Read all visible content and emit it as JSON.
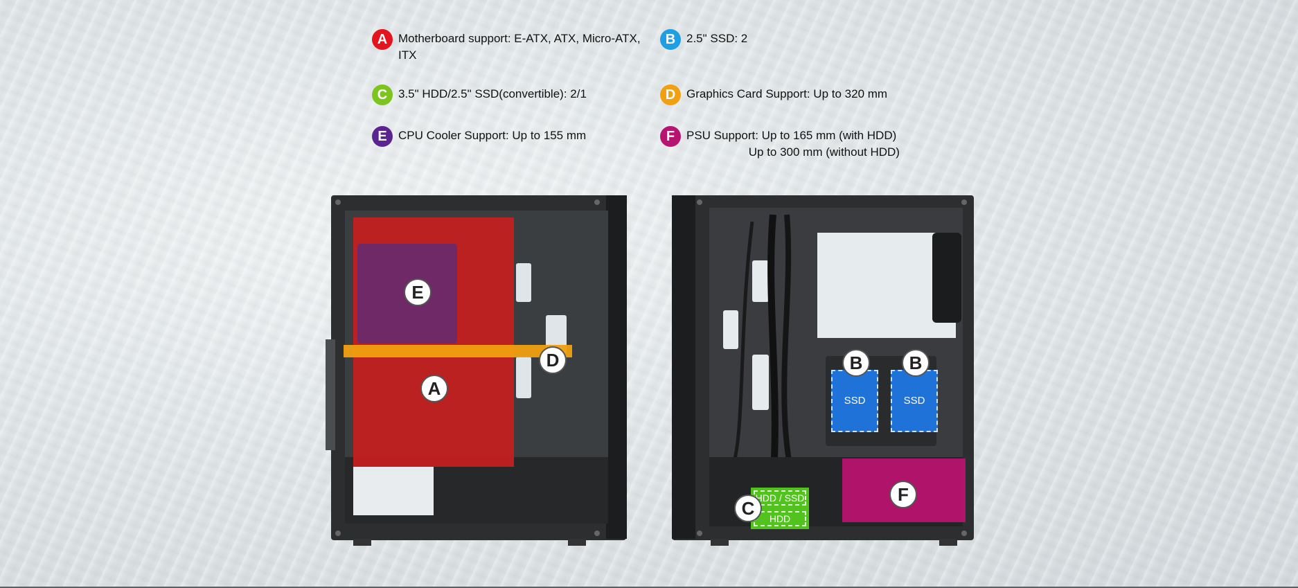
{
  "specs": [
    {
      "letter": "A",
      "color": "#e3141e",
      "text": "Motherboard support: E-ATX, ATX, Micro-ATX,\nITX"
    },
    {
      "letter": "B",
      "color": "#1e9fe3",
      "text": "2.5\" SSD: 2"
    },
    {
      "letter": "C",
      "color": "#7dc41e",
      "text": "3.5\" HDD/2.5\" SSD(convertible): 2/1"
    },
    {
      "letter": "D",
      "color": "#f0a010",
      "text": "Graphics Card Support: Up to 320 mm"
    },
    {
      "letter": "E",
      "color": "#5a2590",
      "text": "CPU Cooler Support: Up to 155 mm"
    },
    {
      "letter": "F",
      "color": "#b8136e",
      "text": "PSU Support: Up to 165 mm (with HDD)\n                   Up to 300 mm (without HDD)"
    }
  ],
  "left_case": {
    "markers": {
      "E": "E",
      "A": "A",
      "D": "D"
    }
  },
  "right_case": {
    "markers": {
      "B1": "B",
      "B2": "B",
      "C": "C",
      "F": "F"
    },
    "ssd_label_1": "SSD",
    "ssd_label_2": "SSD",
    "hdd_ssd_label": "HDD / SSD",
    "hdd_label": "HDD"
  },
  "colors": {
    "motherboard": "#c81e1e",
    "cpu_cooler": "#6b2a6b",
    "gpu": "#f0a010",
    "ssd": "#1f73d8",
    "hdd": "#52c21e",
    "psu": "#b8136e"
  }
}
